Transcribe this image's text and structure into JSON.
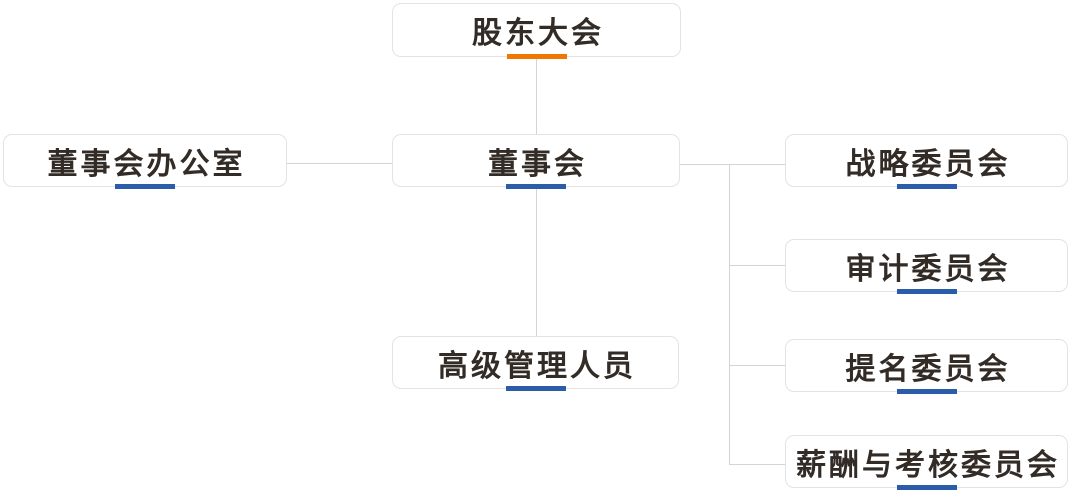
{
  "diagram": {
    "type": "org-chart",
    "language": "zh-CN",
    "nodes": [
      {
        "id": "shareholders",
        "label": "股东大会",
        "accent": "orange"
      },
      {
        "id": "board-office",
        "label": "董事会办公室",
        "accent": "blue"
      },
      {
        "id": "board",
        "label": "董事会",
        "accent": "blue"
      },
      {
        "id": "senior-mgmt",
        "label": "高级管理人员",
        "accent": "blue"
      },
      {
        "id": "strategy",
        "label": "战略委员会",
        "accent": "blue"
      },
      {
        "id": "audit",
        "label": "审计委员会",
        "accent": "blue"
      },
      {
        "id": "nomination",
        "label": "提名委员会",
        "accent": "blue"
      },
      {
        "id": "remuneration",
        "label": "薪酬与考核委员会",
        "accent": "blue"
      }
    ],
    "edges": [
      {
        "from": "shareholders",
        "to": "board"
      },
      {
        "from": "board",
        "to": "board-office"
      },
      {
        "from": "board",
        "to": "senior-mgmt"
      },
      {
        "from": "board",
        "to": "strategy"
      },
      {
        "from": "board",
        "to": "audit"
      },
      {
        "from": "board",
        "to": "nomination"
      },
      {
        "from": "board",
        "to": "remuneration"
      }
    ]
  },
  "colors": {
    "accent_orange": "#ee7800",
    "accent_blue": "#2a5caa",
    "line": "#d4d4d4",
    "border": "#e3e3e3",
    "text": "#322b26",
    "background": "#ffffff"
  }
}
